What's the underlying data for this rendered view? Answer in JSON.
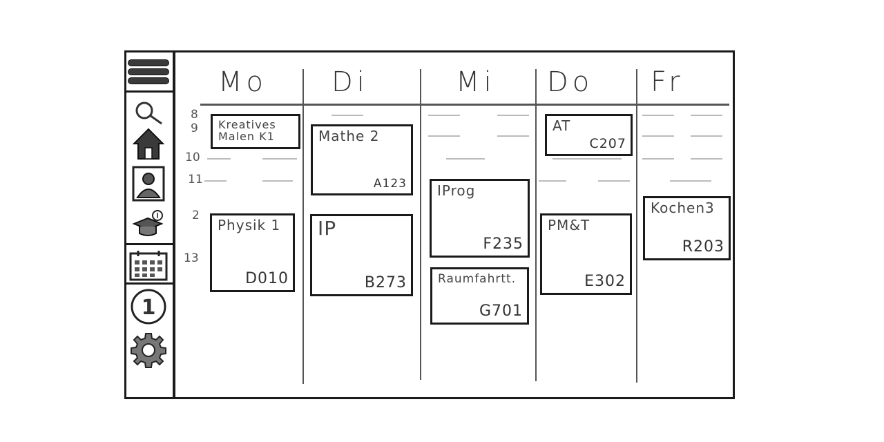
{
  "days": [
    "Mo",
    "Di",
    "Mi",
    "Do",
    "Fr"
  ],
  "hours": [
    "8",
    "9",
    "10",
    "11",
    "2",
    "13"
  ],
  "sidebar": {
    "icons": [
      "menu-icon",
      "search-icon",
      "home-icon",
      "profile-icon",
      "graduation-icon",
      "calendar-icon",
      "notification-count-icon",
      "settings-icon"
    ],
    "badge": "1"
  },
  "events": [
    {
      "title": "Kreatives\nMalen K1",
      "room": ""
    },
    {
      "title": "Mathe 2",
      "room": "A123"
    },
    {
      "title": "Physik 1",
      "room": "D010"
    },
    {
      "title": "IP",
      "room": "B273"
    },
    {
      "title": "IProg",
      "room": "F235"
    },
    {
      "title": "Raumfahrtt.",
      "room": "G701"
    },
    {
      "title": "AT",
      "room": "C207"
    },
    {
      "title": "PM&T",
      "room": "E302"
    },
    {
      "title": "Kochen3",
      "room": "R203"
    }
  ]
}
